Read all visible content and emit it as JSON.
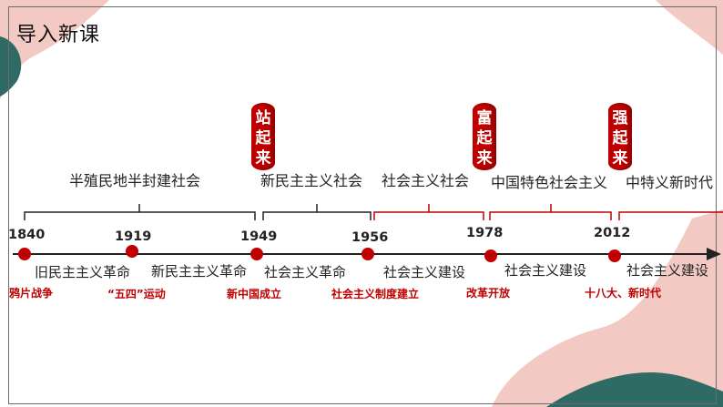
{
  "title": "导入新课",
  "colors": {
    "accent": "#c00000",
    "axis": "#222222",
    "blob_pink": "#f3c9c4",
    "blob_teal": "#2f6b64"
  },
  "banners": [
    {
      "chars": [
        "站",
        "起",
        "来"
      ]
    },
    {
      "chars": [
        "富",
        "起",
        "来"
      ]
    },
    {
      "chars": [
        "强",
        "起",
        "来"
      ]
    }
  ],
  "eras": [
    "半殖民地半封建社会",
    "新民主主义社会",
    "社会主义社会",
    "中国特色社会主义",
    "中特义新时代"
  ],
  "years": [
    "1840",
    "1919",
    "1949",
    "1956",
    "1978",
    "2012"
  ],
  "stages": [
    "旧民主主义革命",
    "新民主主义革命",
    "社会主义革命",
    "社会主义建设",
    "社会主义建设",
    "社会主义建设"
  ],
  "events": [
    "鸦片战争",
    "“五四”运动",
    "新中国成立",
    "社会主义制度建立",
    "改革开放",
    "十八大、新时代"
  ]
}
